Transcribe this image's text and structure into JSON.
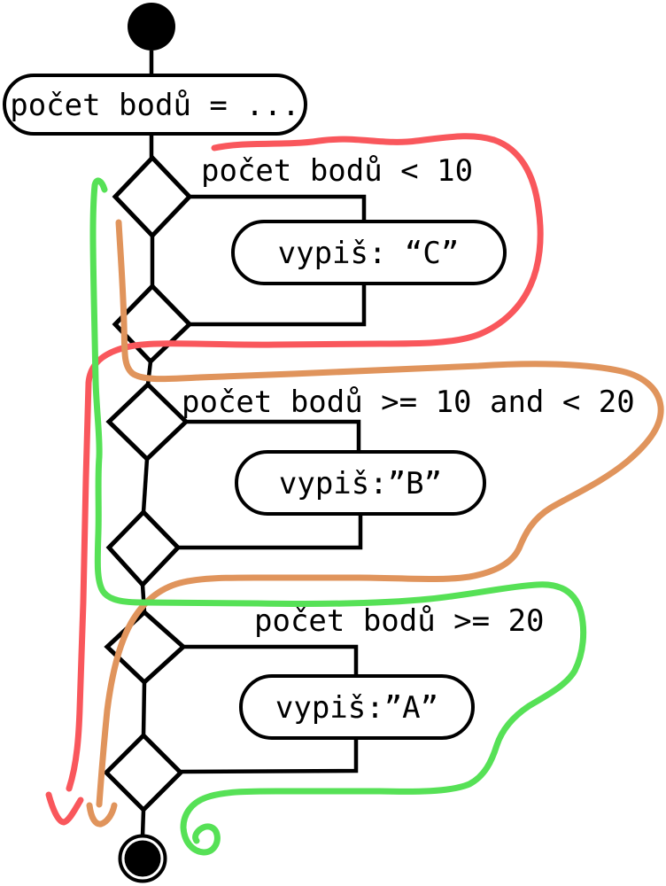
{
  "flowchart": {
    "line_color": "#000000",
    "background": "#ffffff",
    "init_label": "počet bodů = ...",
    "branches": [
      {
        "condition": "počet bodů < 10",
        "action": "vypiš: “C”"
      },
      {
        "condition": "počet bodů >= 10 and < 20",
        "action": "vypiš:”B”"
      },
      {
        "condition": "počet bodů >= 20",
        "action": "vypiš:”A”"
      }
    ]
  },
  "annotations": {
    "red_stroke": {
      "color": "#f9575c"
    },
    "orange_stroke": {
      "color": "#e0945c"
    },
    "green_stroke": {
      "color": "#56e156"
    }
  }
}
